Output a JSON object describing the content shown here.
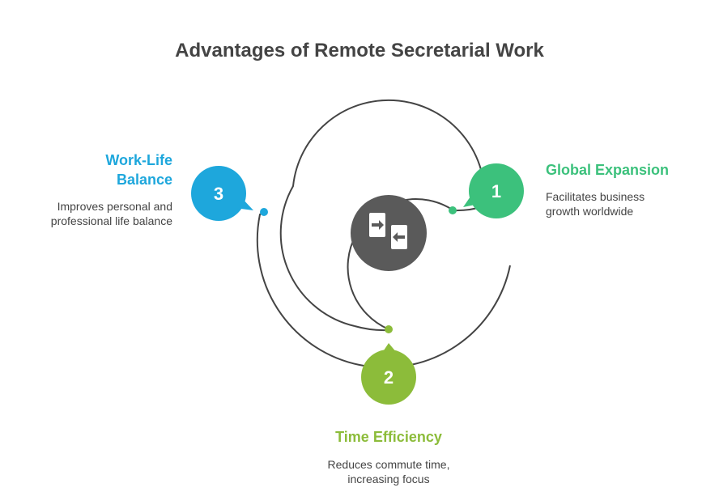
{
  "title": "Advantages of Remote Secretarial Work",
  "colors": {
    "green": "#3cc17c",
    "olive": "#8cbc3a",
    "blue": "#1ea7dc",
    "center": "#5a5a5a",
    "arc": "#444444"
  },
  "center_icon": "transfer-icon",
  "items": [
    {
      "number": "1",
      "heading": "Global Expansion",
      "description_lines": [
        "Facilitates business",
        "growth worldwide"
      ]
    },
    {
      "number": "2",
      "heading": "Time Efficiency",
      "description_lines": [
        "Reduces commute time,",
        "increasing focus"
      ]
    },
    {
      "number": "3",
      "heading_lines": [
        "Work-Life",
        "Balance"
      ],
      "description_lines": [
        "Improves personal and",
        "professional life balance"
      ]
    }
  ]
}
